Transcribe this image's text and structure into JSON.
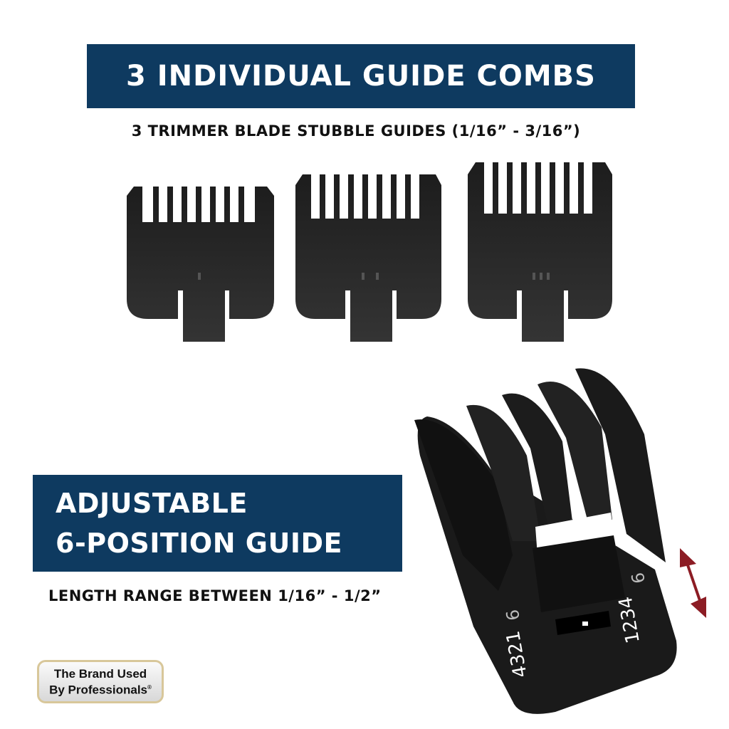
{
  "header": {
    "title": "3 INDIVIDUAL GUIDE COMBS",
    "subtitle": "3 TRIMMER BLADE STUBBLE GUIDES (1/16” - 3/16”)"
  },
  "adjustable": {
    "title_line1": "ADJUSTABLE",
    "title_line2": "6-POSITION GUIDE",
    "range": "LENGTH RANGE BETWEEN 1/16” - 1/2”"
  },
  "badge": {
    "line1": "The Brand Used",
    "line2": "By Professionals",
    "mark": "®"
  },
  "guide_labels": {
    "left_scale": "4321",
    "right_scale": "1234",
    "left_six": "6",
    "right_six": "6"
  },
  "colors": {
    "banner": "#0e3a60",
    "comb": "#2b2b2b",
    "arrow": "#8c1c24"
  }
}
